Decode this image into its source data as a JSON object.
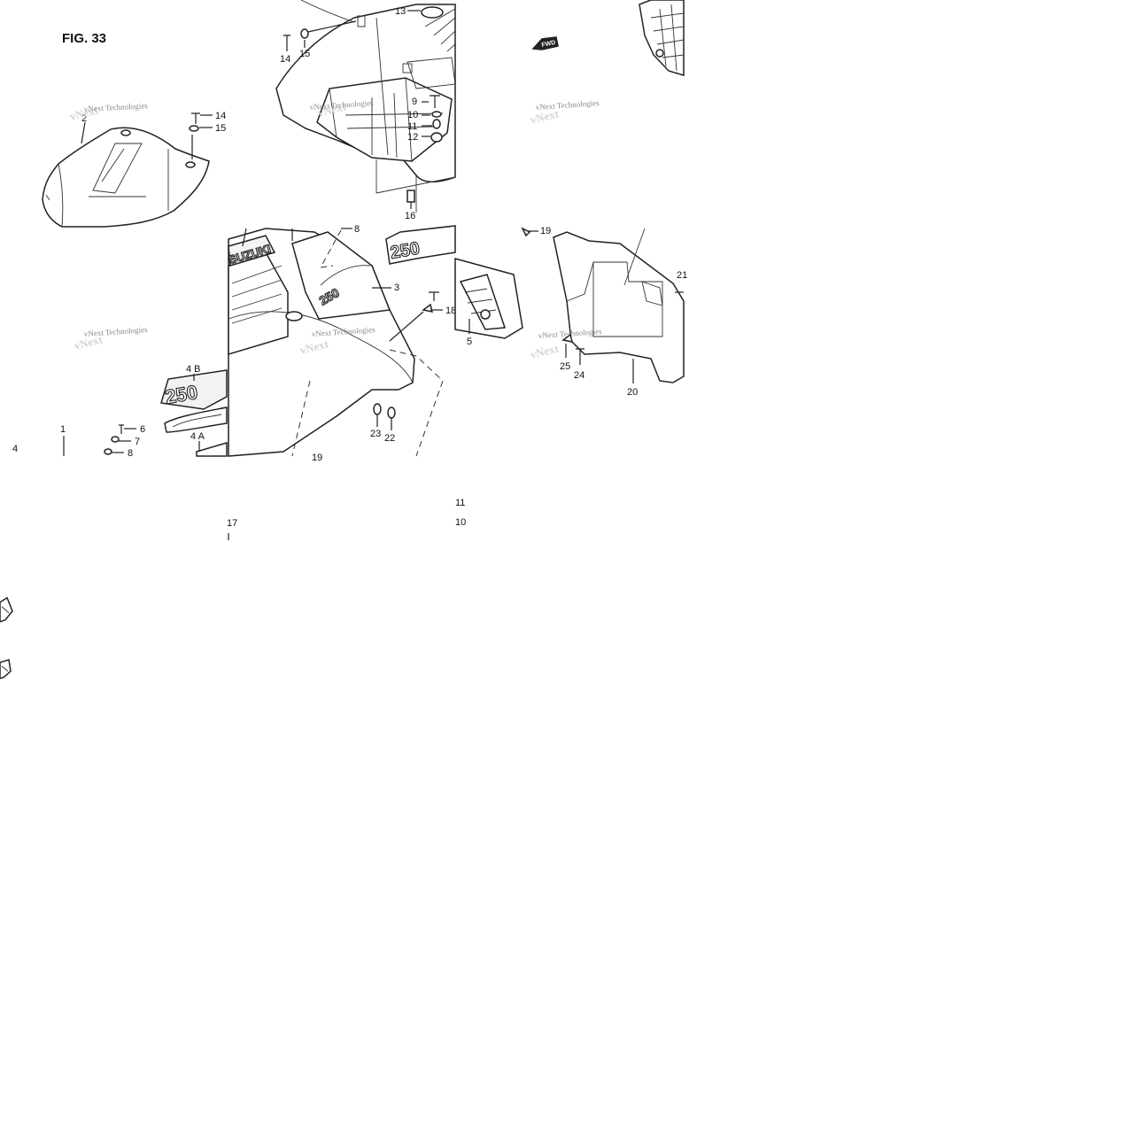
{
  "figure": {
    "title": "FIG. 33"
  },
  "watermark": {
    "text": "vNext Technologies"
  },
  "badge": {
    "fwd": "FWD",
    "brand": "SUZUKI"
  },
  "tiles": [
    {
      "labels": [
        "2",
        "14",
        "15"
      ]
    },
    {
      "labels": [
        "13",
        "14",
        "15",
        "9",
        "10",
        "11",
        "12",
        "16"
      ]
    },
    {
      "labels": []
    },
    {
      "labels": [
        "4 B",
        "1",
        "6",
        "7",
        "8",
        "4 A",
        "4"
      ]
    },
    {
      "labels": [
        "8",
        "3",
        "18",
        "23",
        "22",
        "19"
      ]
    },
    {
      "labels": [
        "19",
        "5",
        "20",
        "21",
        "25",
        "24"
      ]
    },
    {
      "labels": [
        "17"
      ]
    },
    {
      "labels": [
        "11",
        "10"
      ]
    }
  ]
}
